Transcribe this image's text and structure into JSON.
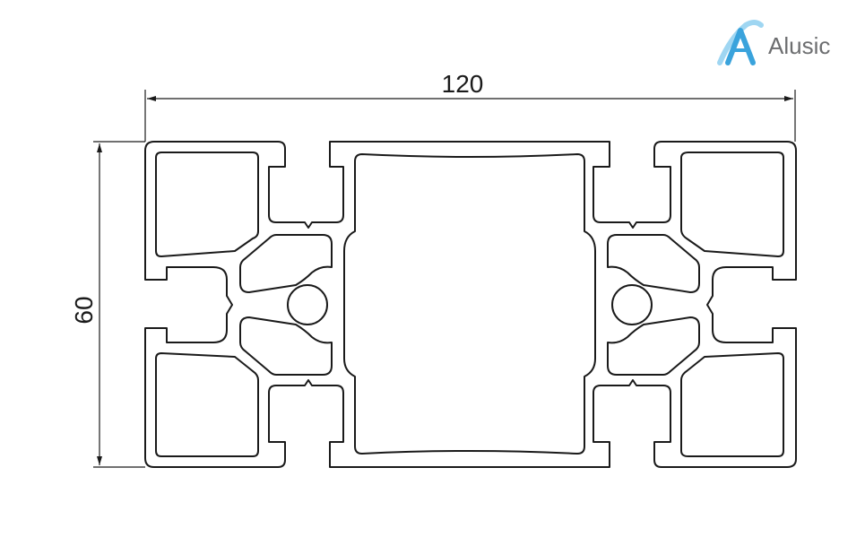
{
  "brand": {
    "name": "Alusic",
    "logo_letter": "A",
    "colors": {
      "logo_light": "#9fd6f2",
      "logo_dark": "#3aa3dc",
      "text": "#6d6e70"
    }
  },
  "dimensions": {
    "width_label": "120",
    "height_label": "60"
  },
  "colors": {
    "line": "#1a1a1a",
    "background": "#ffffff"
  }
}
